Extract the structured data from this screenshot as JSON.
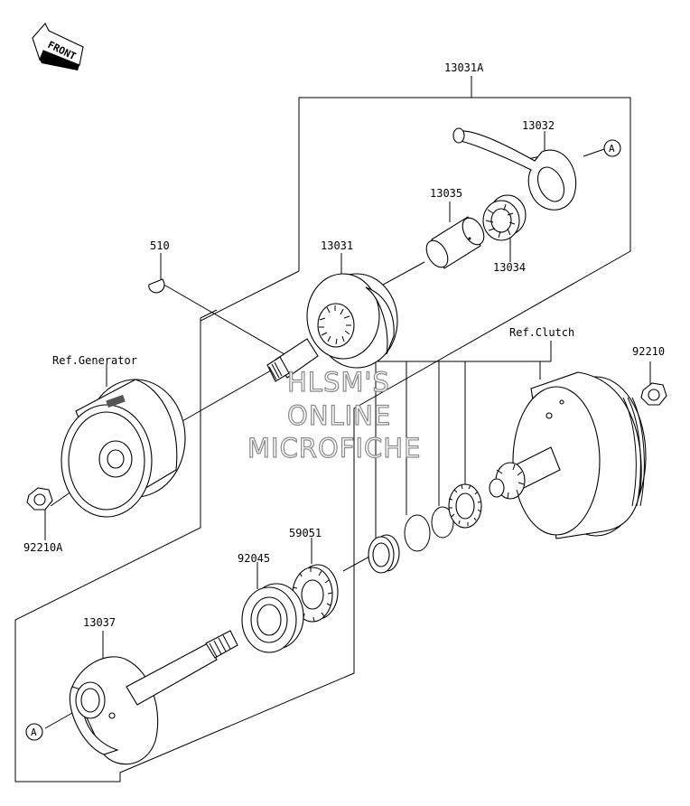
{
  "front_label": "FRONT",
  "callouts": {
    "p13031A": "13031A",
    "p13032": "13032",
    "p13035": "13035",
    "p13034": "13034",
    "p13031": "13031",
    "p510": "510",
    "ref_generator": "Ref.Generator",
    "ref_clutch": "Ref.Clutch",
    "p92210": "92210",
    "p92210A": "92210A",
    "p92045": "92045",
    "p59051": "59051",
    "p13037": "13037",
    "circle_a_top": "A",
    "circle_a_bottom": "A"
  },
  "watermark": {
    "line1": "HLSM'S",
    "line2": "ONLINE",
    "line3": "MICROFICHE"
  }
}
